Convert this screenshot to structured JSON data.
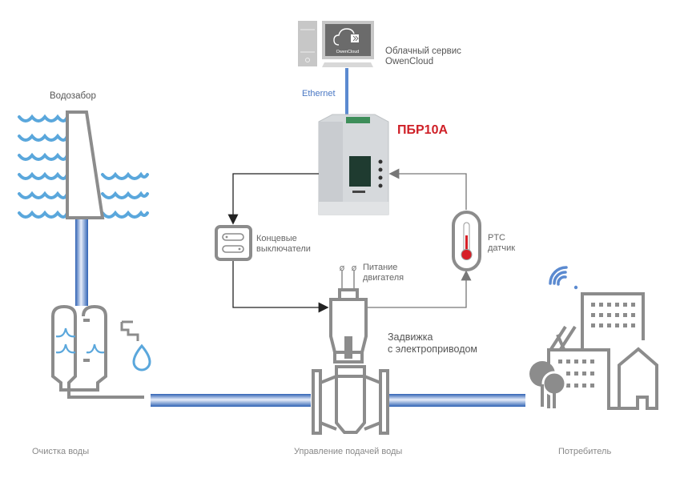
{
  "cloud": {
    "screen_brand": "OwenCloud",
    "label_line1": "Облачный сервис",
    "label_line2": "OwenCloud"
  },
  "link": {
    "label": "Ethernet",
    "color": "#4a78c4"
  },
  "device": {
    "name": "ПБР10А",
    "color": "#cf2027"
  },
  "intake": {
    "label": "Водозабор"
  },
  "limit_switches": {
    "line1": "Концевые",
    "line2": "выключатели"
  },
  "motor_power": {
    "line1": "Питание",
    "line2": "двигателя"
  },
  "sensor": {
    "line1": "PTC",
    "line2": "датчик"
  },
  "valve": {
    "line1": "Задвижка",
    "line2": "с электроприводом"
  },
  "bottom_labels": {
    "purification": "Очистка воды",
    "control": "Управление подачей воды",
    "consumer": "Потребитель"
  },
  "colors": {
    "water": "#5aa7dc",
    "pipe": "#3a72c0",
    "icon_grey": "#8c8c8c",
    "thermo_red": "#d71f27"
  }
}
